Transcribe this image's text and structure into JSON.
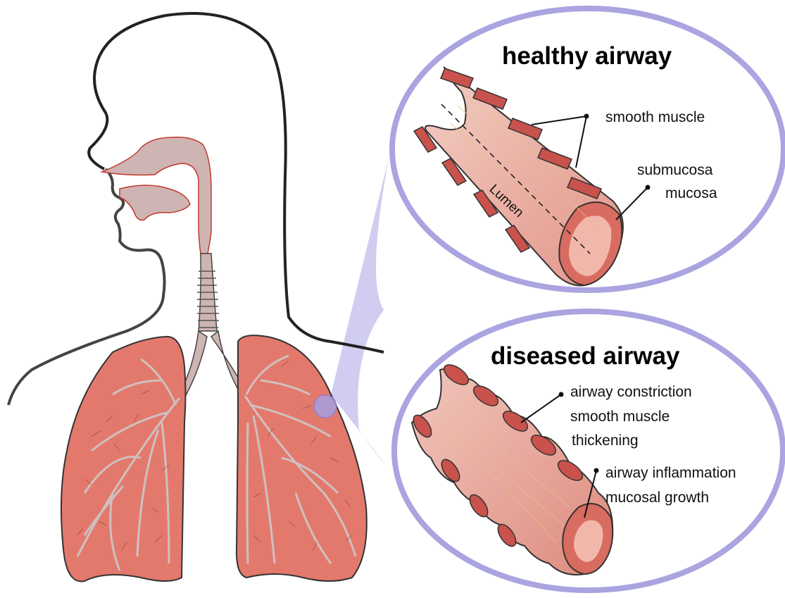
{
  "healthy": {
    "title": "healthy airway",
    "labels": {
      "smooth_muscle": "smooth muscle",
      "submucosa": "submucosa",
      "mucosa": "mucosa",
      "lumen": "Lumen"
    }
  },
  "diseased": {
    "title": "diseased airway",
    "labels": {
      "constriction_1": "airway constriction",
      "constriction_2": "smooth muscle",
      "constriction_3": "thickening",
      "inflammation_1": "airway inflammation",
      "inflammation_2": "mucosal growth"
    }
  },
  "colors": {
    "callout_ring": "#aaa4e0",
    "callout_fill": "#c8c4ee",
    "lung_fill": "#e3796c",
    "airway_tract": "#cfb4b4",
    "bronchi": "#c9b8b8",
    "muscle": "#c9524c",
    "outline": "#222222"
  }
}
